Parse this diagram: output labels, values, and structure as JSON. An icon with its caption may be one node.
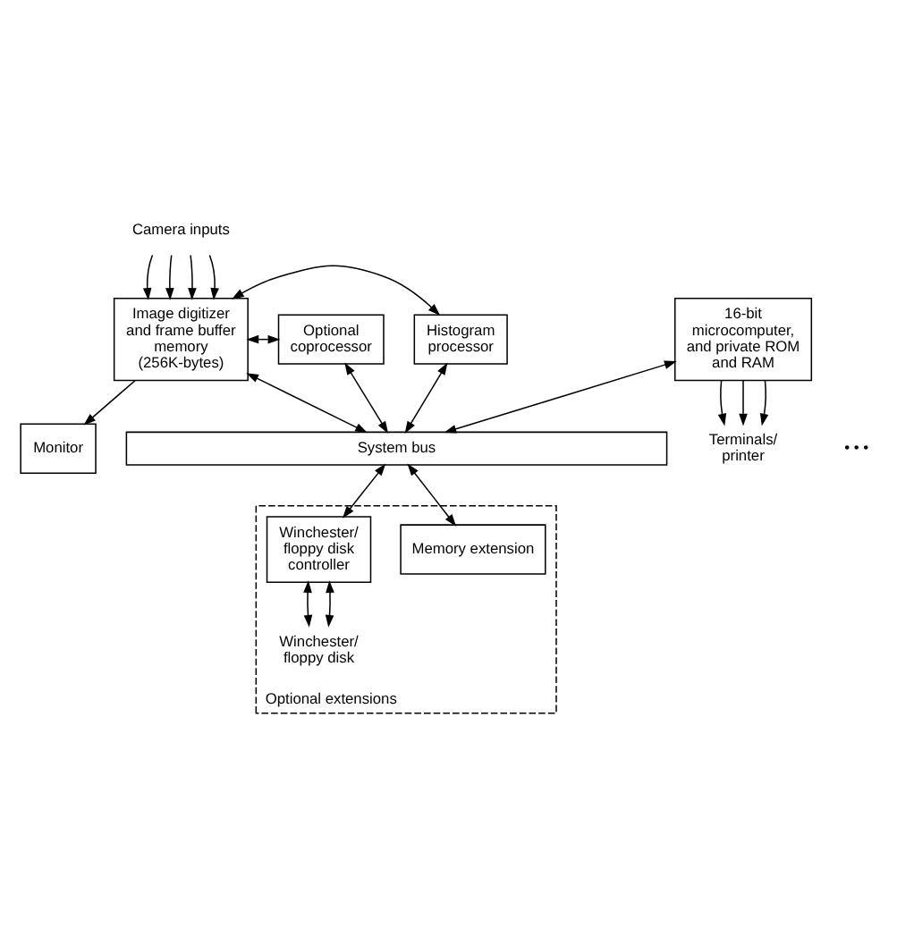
{
  "diagram": {
    "nodes": [
      {
        "text": [
          "Monitor"
        ]
      },
      {
        "text": [
          "Image digitizer and frame buffer memory (256K-bytes)"
        ]
      },
      {
        "text": [
          "Histogram processor"
        ]
      },
      {
        "text": [
          "Optional coprocessor"
        ]
      },
      {
        "text": [
          "16-bit microcomputer, and private ROM and RAM"
        ]
      },
      {
        "text": [
          "Terminals/ printer"
        ]
      },
      {
        "text": [
          "System bus"
        ]
      },
      {
        "text": [
          "Optional extensions"
        ]
      },
      {
        "text": [
          "Memory extension"
        ],
        "in": 7
      },
      {
        "text": [
          "Winchester/ floppy disk controller"
        ],
        "in": 7
      },
      {
        "text": [
          "Winchester/ floppy disk"
        ],
        "in": 7
      },
      {
        "text": [
          "Camera inputs"
        ]
      }
    ],
    "edges": [
      {
        "from": 1,
        "to": 0,
        "arrow": "to"
      },
      {
        "from": 1,
        "to": 3,
        "arrow": "both"
      },
      {
        "from": 1,
        "to": 2,
        "arrow": "both"
      },
      {
        "from": 11,
        "to": 1,
        "arrow": "to"
      },
      {
        "from": 11,
        "to": 1,
        "arrow": "to"
      },
      {
        "from": 11,
        "to": 1,
        "arrow": "to"
      },
      {
        "from": 11,
        "to": 1,
        "arrow": "to"
      },
      {
        "from": 4,
        "to": 5,
        "arrow": "to"
      },
      {
        "from": 4,
        "to": 5,
        "arrow": "to"
      },
      {
        "from": 4,
        "to": 5,
        "arrow": "to"
      },
      {
        "from": 1,
        "to": 6,
        "arrow": "both"
      },
      {
        "from": 2,
        "to": 6,
        "arrow": "both"
      },
      {
        "from": 3,
        "to": 6,
        "arrow": "both"
      },
      {
        "from": 4,
        "to": 6,
        "arrow": "both"
      },
      {
        "from": 6,
        "to": 8,
        "arrow": "both"
      },
      {
        "from": 6,
        "to": 9,
        "arrow": "both"
      },
      {
        "from": 9,
        "to": 10,
        "arrow": "both"
      },
      {
        "from": 9,
        "to": 10,
        "arrow": "both"
      }
    ],
    "labels": [
      "• • •"
    ]
  }
}
